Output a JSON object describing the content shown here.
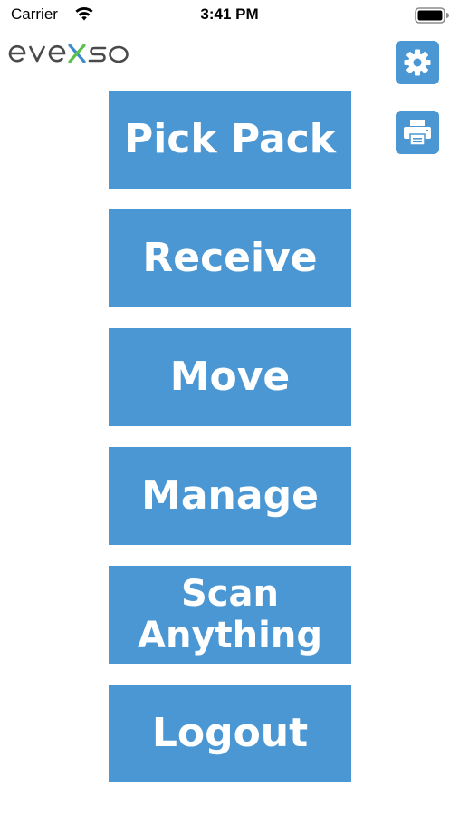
{
  "status_bar": {
    "carrier": "Carrier",
    "time": "3:41 PM",
    "wifi_icon": "wifi-icon",
    "battery_icon": "battery-icon"
  },
  "header": {
    "logo_text": "evexso",
    "settings_icon": "gear-icon",
    "printer_icon": "printer-icon"
  },
  "menu": {
    "items": [
      {
        "label": "Pick Pack"
      },
      {
        "label": "Receive"
      },
      {
        "label": "Move"
      },
      {
        "label": "Manage"
      },
      {
        "label": "Scan\nAnything"
      },
      {
        "label": "Logout"
      }
    ]
  },
  "colors": {
    "accent": "#4a97d3",
    "logo_gray": "#4a4a4a",
    "logo_x_blue": "#3c8dd0",
    "logo_x_green": "#5cc04a"
  }
}
